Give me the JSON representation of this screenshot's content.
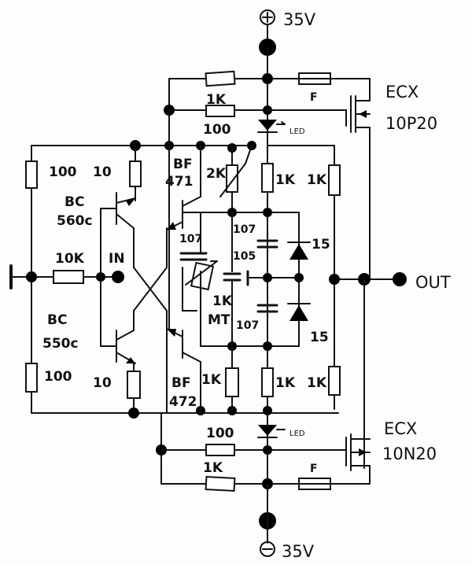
{
  "supply": {
    "positive_label": "35V",
    "negative_label": "35V",
    "positive_symbol": "plus-in-circle",
    "negative_symbol": "minus-in-circle"
  },
  "output_label": "OUT",
  "labels": {
    "r_top_100": "100",
    "r_top_1k": "1K",
    "fuse_top": "F",
    "led_top": "LED",
    "ecx_top_name": "ECX",
    "ecx_top_part": "10P20",
    "r_left_100_top": "100",
    "r_left_10_top": "10",
    "bc560_a": "BC",
    "bc560_b": "560c",
    "r_in_10k": "10K",
    "in_label": "IN",
    "bc550_a": "BC",
    "bc550_b": "550c",
    "r_left_100_bot": "100",
    "r_left_10_bot": "10",
    "bf471_a": "BF",
    "bf471_b": "471",
    "pot_2k": "2K",
    "r_mid_1k_a": "1K",
    "r_mid_1k_b": "1K",
    "c107_a": "107",
    "c107_b": "107",
    "c105": "105",
    "d15_top": "15",
    "r_1k_center": "1K",
    "mt_label": "MT",
    "c107_c": "107",
    "d15_bot": "15",
    "bf472_a": "BF",
    "bf472_b": "472",
    "r_bot_1k_a": "1K",
    "r_bot_1k_b": "1K",
    "r_bot_1k_c": "1K",
    "r_bot_100": "100",
    "led_bot": "LED",
    "ecx_bot_name": "ECX",
    "ecx_bot_part": "10N20",
    "r_bot_1k_d": "1K",
    "fuse_bot": "F"
  }
}
